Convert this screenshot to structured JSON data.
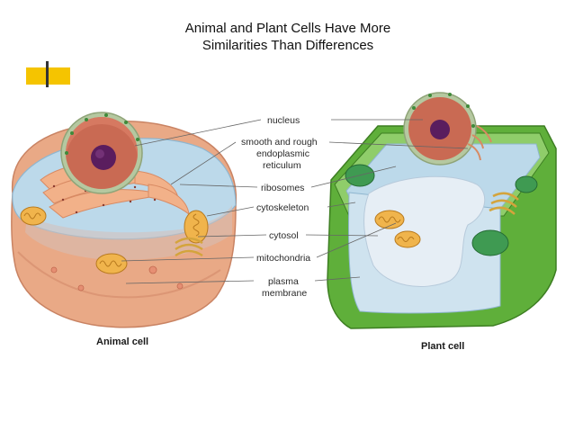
{
  "slide": {
    "title_line1": "Animal and Plant Cells Have More",
    "title_line2": "Similarities Than Differences"
  },
  "labels": {
    "nucleus": "nucleus",
    "er_line1": "smooth and rough",
    "er_line2": "endoplasmic",
    "er_line3": "reticulum",
    "ribosomes": "ribosomes",
    "cytoskeleton": "cytoskeleton",
    "cytosol": "cytosol",
    "mitochondria": "mitochondria",
    "plasma_line1": "plasma",
    "plasma_line2": "membrane"
  },
  "captions": {
    "animal": "Animal cell",
    "plant": "Plant cell"
  },
  "colors": {
    "accent_yellow": "#f5c400",
    "accent_dark": "#333333",
    "plant_wall": "#5faf3a",
    "animal_membrane": "#e9a986",
    "nucleus_core": "#5a1d5e",
    "cytosol_blue": "#bcd9ea"
  }
}
